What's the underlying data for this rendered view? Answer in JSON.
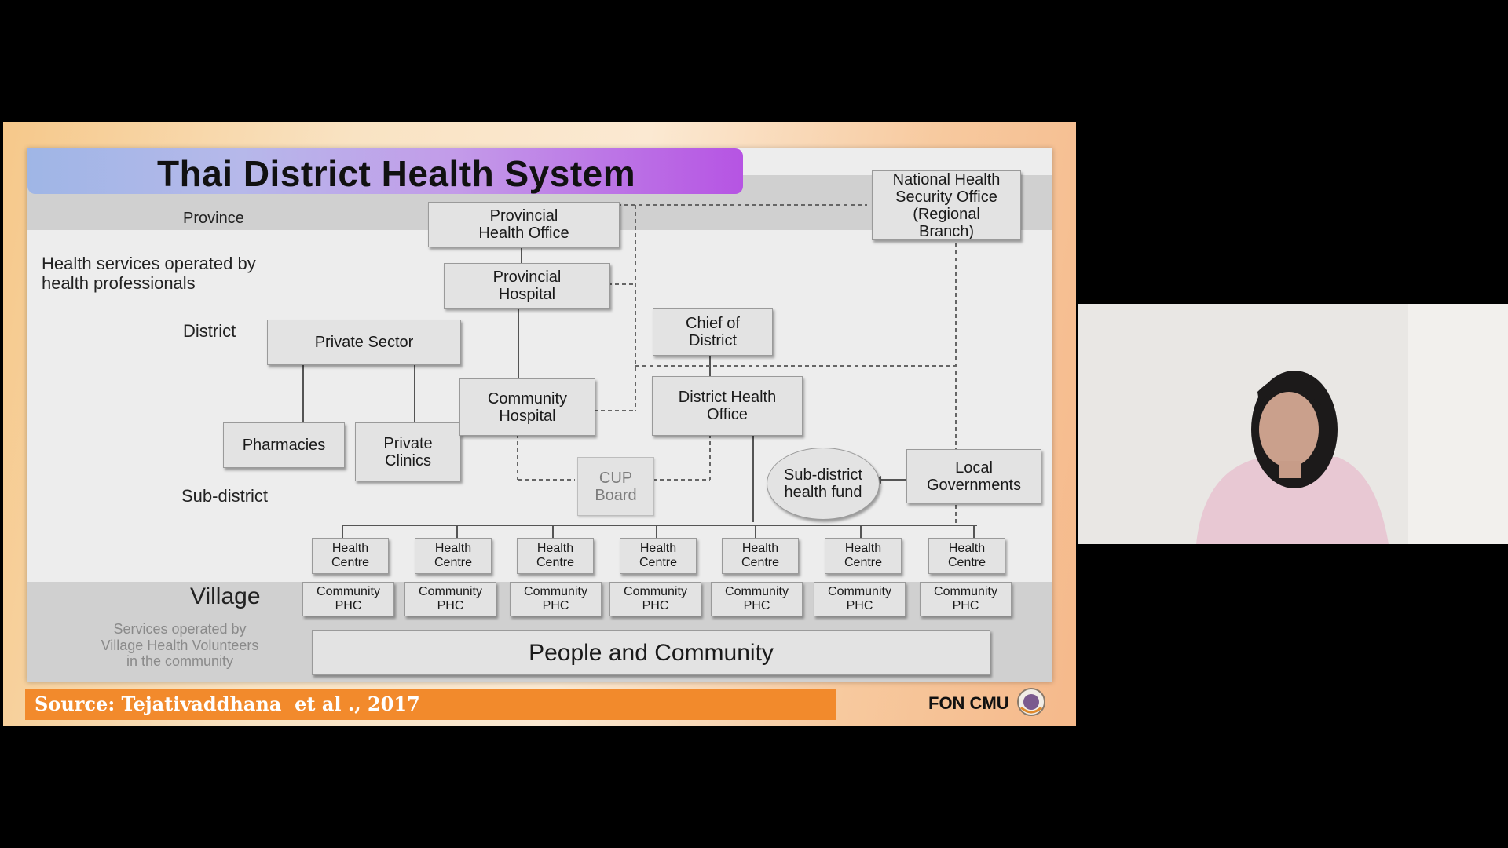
{
  "slide": {
    "title": "Thai District Health System",
    "levels": {
      "province": "Province",
      "health_services": "Health services operated by\nhealth professionals",
      "district": "District",
      "sub_district": "Sub-district",
      "village": "Village",
      "village_note": "Services operated by\nVillage Health Volunteers\nin the community"
    },
    "nodes": {
      "provincial_health_office": "Provincial\nHealth Office",
      "nhso": "National Health\nSecurity Office\n(Regional\nBranch)",
      "provincial_hospital": "Provincial\nHospital",
      "chief_of_district": "Chief of\nDistrict",
      "private_sector": "Private Sector",
      "pharmacies": "Pharmacies",
      "private_clinics": "Private\nClinics",
      "community_hospital": "Community\nHospital",
      "district_health_office": "District Health\nOffice",
      "cup_board": "CUP\nBoard",
      "sub_district_fund": "Sub-district\nhealth fund",
      "local_governments": "Local\nGovernments",
      "people_and_community": "People and Community"
    },
    "health_centre_label": "Health\nCentre",
    "community_phc_label": "Community\nPHC",
    "health_centres": [
      "Health\nCentre",
      "Health\nCentre",
      "Health\nCentre",
      "Health\nCentre",
      "Health\nCentre",
      "Health\nCentre",
      "Health\nCentre"
    ],
    "community_phcs": [
      "Community\nPHC",
      "Community\nPHC",
      "Community\nPHC",
      "Community\nPHC",
      "Community\nPHC",
      "Community\nPHC",
      "Community\nPHC"
    ],
    "source": "Source: Tejativaddhana  et al ., 2017",
    "logo": "FON CMU"
  },
  "colors": {
    "title_gradient_start": "#9fb6e6",
    "title_gradient_end": "#b654e3",
    "source_bar": "#f28a2c",
    "panel": "#ededed",
    "band": "#d0d0d0"
  }
}
